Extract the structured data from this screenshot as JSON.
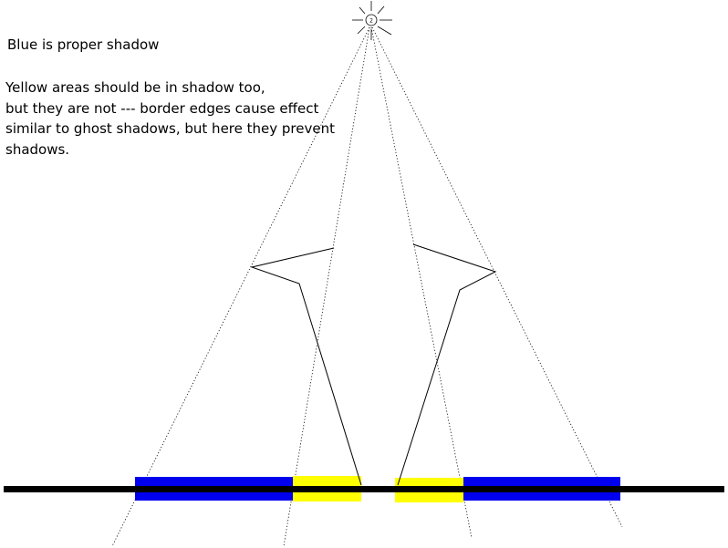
{
  "annotations": {
    "blue_caption": "Blue is proper shadow",
    "yellow_caption_lines": [
      "Yellow areas should be in shadow too,",
      "but they are not --- border edges cause effect",
      "similar to ghost shadows, but here they prevent",
      "shadows."
    ]
  },
  "light": {
    "icon": "sun-light-icon",
    "label": "2"
  },
  "colors": {
    "proper_shadow": "#0000ee",
    "missing_shadow": "#ffff00",
    "ground": "#000000",
    "edges": "#000000"
  }
}
